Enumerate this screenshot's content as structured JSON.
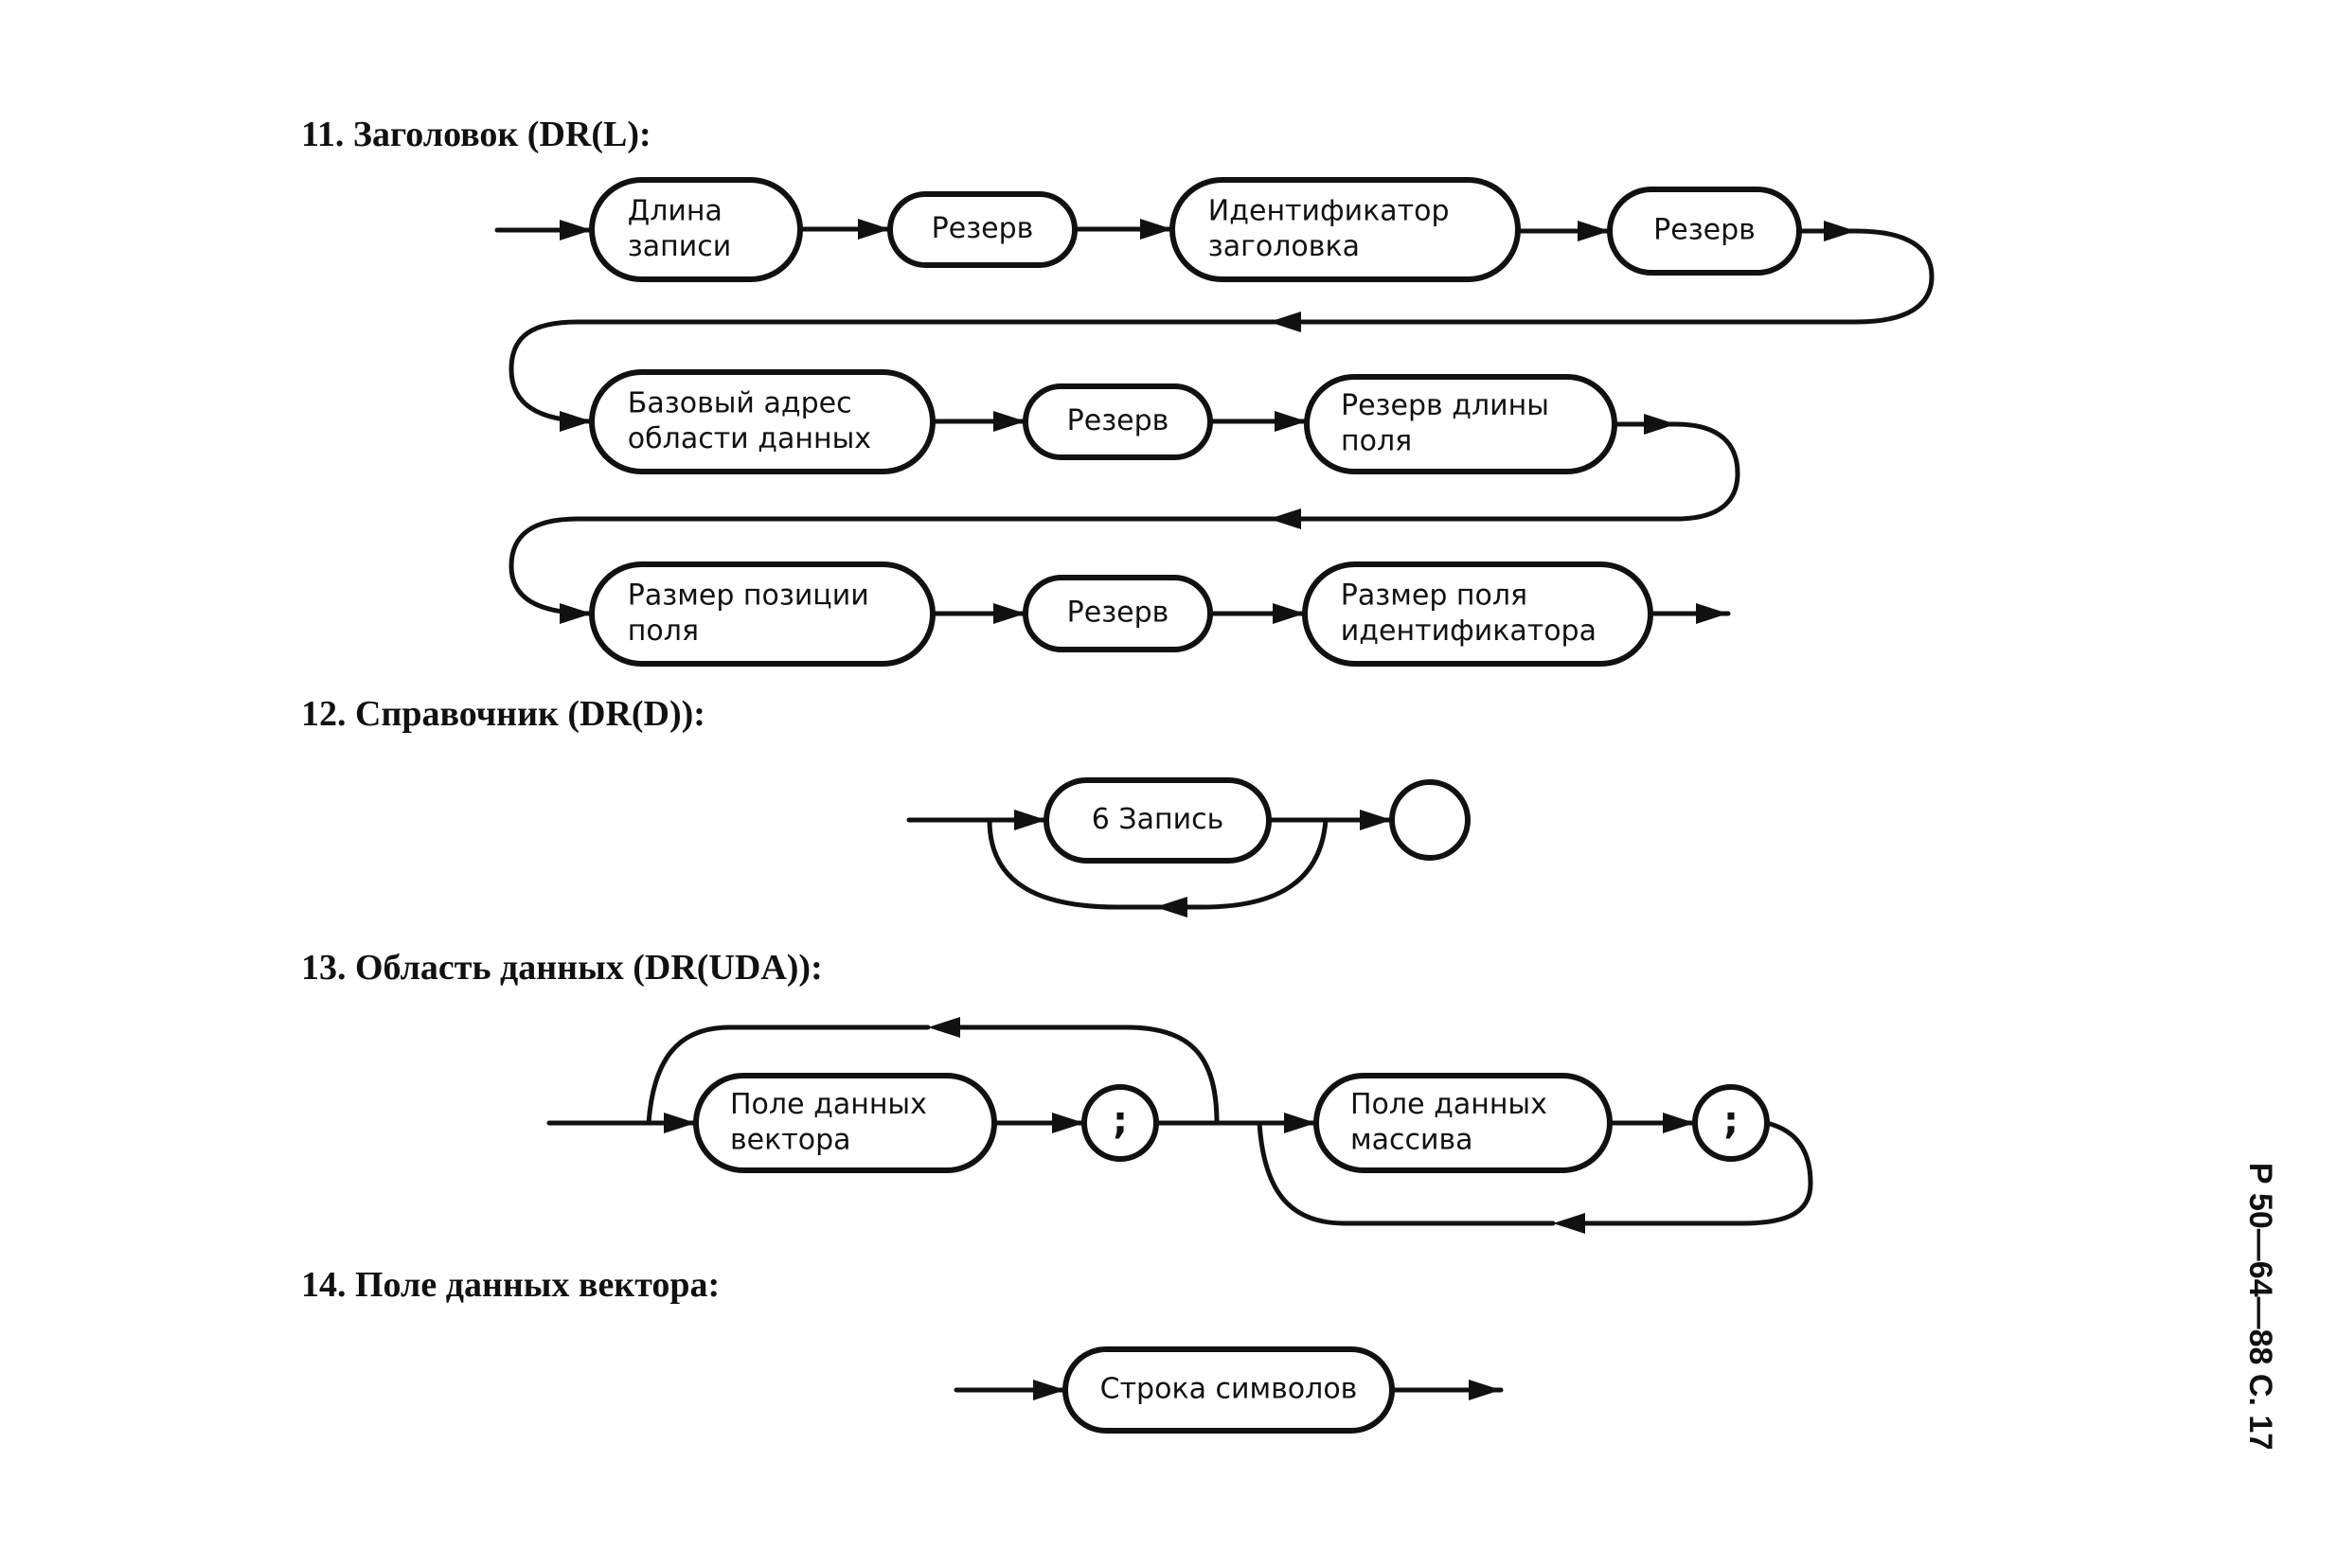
{
  "sections": [
    {
      "heading": "11. Заголовок (DR(L):",
      "nodes": [
        [
          "Длина",
          "записи"
        ],
        [
          "Резерв"
        ],
        [
          "Идентификатор",
          "заголовка"
        ],
        [
          "Резерв"
        ],
        [
          "Базовый адрес",
          "области данных"
        ],
        [
          "Резерв"
        ],
        [
          "Резерв длины",
          "поля"
        ],
        [
          "Размер позиции",
          "поля"
        ],
        [
          "Резерв"
        ],
        [
          "Размер поля",
          "идентификатора"
        ]
      ]
    },
    {
      "heading": "12. Справочник (DR(D)):",
      "nodes": [
        [
          "6  Запись"
        ]
      ]
    },
    {
      "heading": "13. Область данных (DR(UDA)):",
      "nodes": [
        [
          "Поле данных",
          "вектора"
        ],
        [
          ";"
        ],
        [
          "Поле данных",
          "массива"
        ],
        [
          ";"
        ]
      ]
    },
    {
      "heading": "14. Поле данных вектора:",
      "nodes": [
        [
          "Строка символов"
        ]
      ]
    }
  ],
  "page_code": "Р 50—64—88 С. 17"
}
